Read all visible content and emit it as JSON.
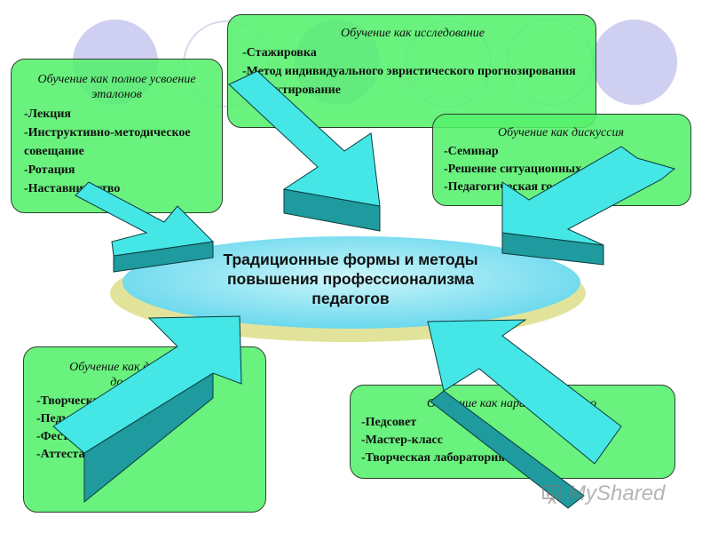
{
  "center": {
    "title_lines": [
      "Традиционные формы и методы",
      "повышения профессионализма",
      "педагогов"
    ]
  },
  "boxes": {
    "full_mastery": {
      "title": "Обучение как полное усвоение эталонов",
      "items": [
        "-Лекция",
        "-Инструктивно-методическое совещание",
        "-Ротация",
        "-Наставничество"
      ]
    },
    "research": {
      "title": "Обучение как исследование",
      "items": [
        "-Стажировка",
        "-Метод индивидуального эвристического прогнозирования",
        "-Проектирование"
      ]
    },
    "discussion": {
      "title": "Обучение как дискуссия",
      "items": [
        "-Семинар",
        "-Решение ситуационных задач",
        "-Педагогическая гостиная"
      ]
    },
    "demonstration": {
      "title": "Обучение как демонстрация достижений",
      "items": [
        "-Творческий отчет",
        "-Педмастерская",
        "-Фестиваль",
        "-Аттестация"
      ]
    },
    "new_skills": {
      "title": "Обучение как наработка нового",
      "items": [
        "-Педсовет",
        "-Мастер-класс",
        "-Творческая лаборатория"
      ]
    }
  },
  "watermark": {
    "text": "MyShared"
  },
  "colors": {
    "box_fill": "#54f06c",
    "arrow_top": "#45e6e6",
    "arrow_side": "#1f9a9e",
    "ellipse_fill": "#7fe3f2",
    "ellipse_rim": "#e9eaa0",
    "bg_circle": "#c9c9ef"
  }
}
